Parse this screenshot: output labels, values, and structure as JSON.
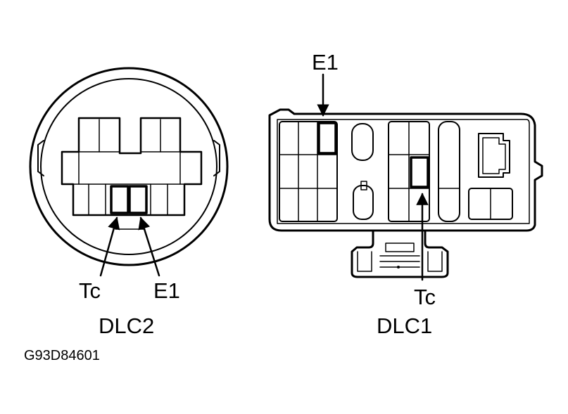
{
  "dlc2": {
    "name": "DLC2",
    "pin_tc": "Tc",
    "pin_e1": "E1"
  },
  "dlc1": {
    "name": "DLC1",
    "pin_tc": "Tc",
    "pin_e1": "E1"
  },
  "figure_code": "G93D84601",
  "colors": {
    "line": "#000000",
    "background": "#ffffff"
  }
}
